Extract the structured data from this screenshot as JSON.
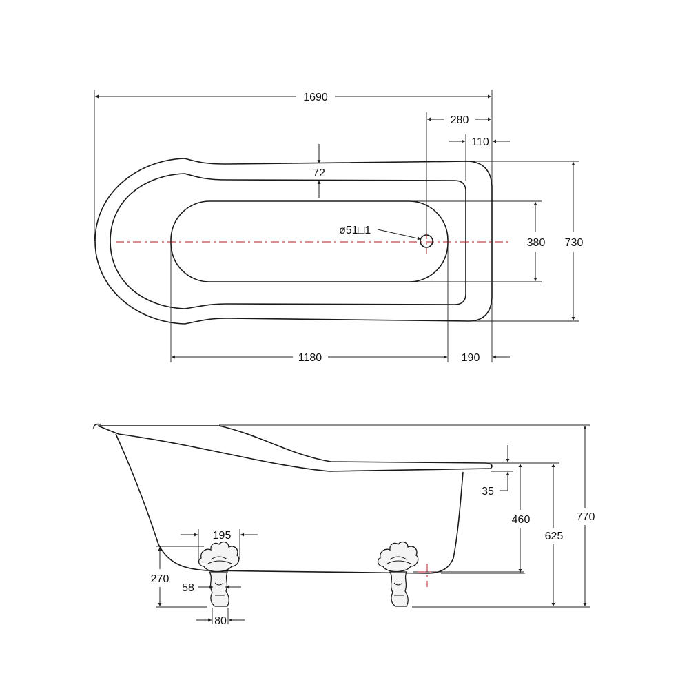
{
  "top_view": {
    "overall_length": "1690",
    "waste_offset": "280",
    "end_offset": "110",
    "rim_width": "72",
    "waste_label": "ø51□1",
    "inner_width": "380",
    "overall_width": "730",
    "inner_length": "1180",
    "end_width": "190"
  },
  "side_view": {
    "foot_spacing": "195",
    "foot_height": "270",
    "foot_width_small": "58",
    "foot_width_base": "80",
    "rim_thickness": "35",
    "depth": "460",
    "rim_height_low": "625",
    "overall_height": "770"
  }
}
